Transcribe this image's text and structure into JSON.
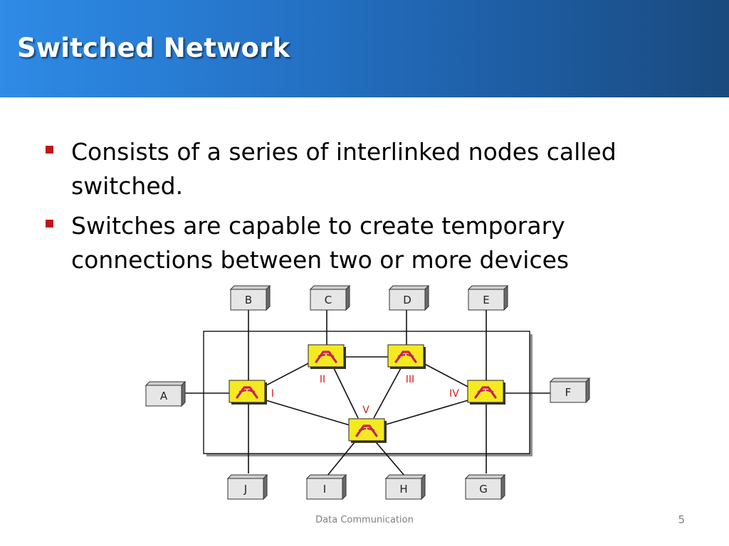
{
  "slide": {
    "title": "Switched Network",
    "bullets": [
      "Consists of a series of interlinked nodes called switched.",
      "Switches are capable to create temporary connections between two or more devices"
    ],
    "footer": "Data Communication",
    "page_number": "5"
  },
  "diagram": {
    "devices": [
      "A",
      "B",
      "C",
      "D",
      "E",
      "F",
      "G",
      "H",
      "I",
      "J"
    ],
    "switches": [
      "I",
      "II",
      "III",
      "IV",
      "V"
    ]
  },
  "colors": {
    "title_gradient_start": "#2e8be6",
    "title_gradient_end": "#1a4a7e",
    "bullet_marker": "#c0141a",
    "switch_fill": "#f5ea20",
    "switch_symbol": "#c8205a",
    "switch_label": "#d42020"
  }
}
